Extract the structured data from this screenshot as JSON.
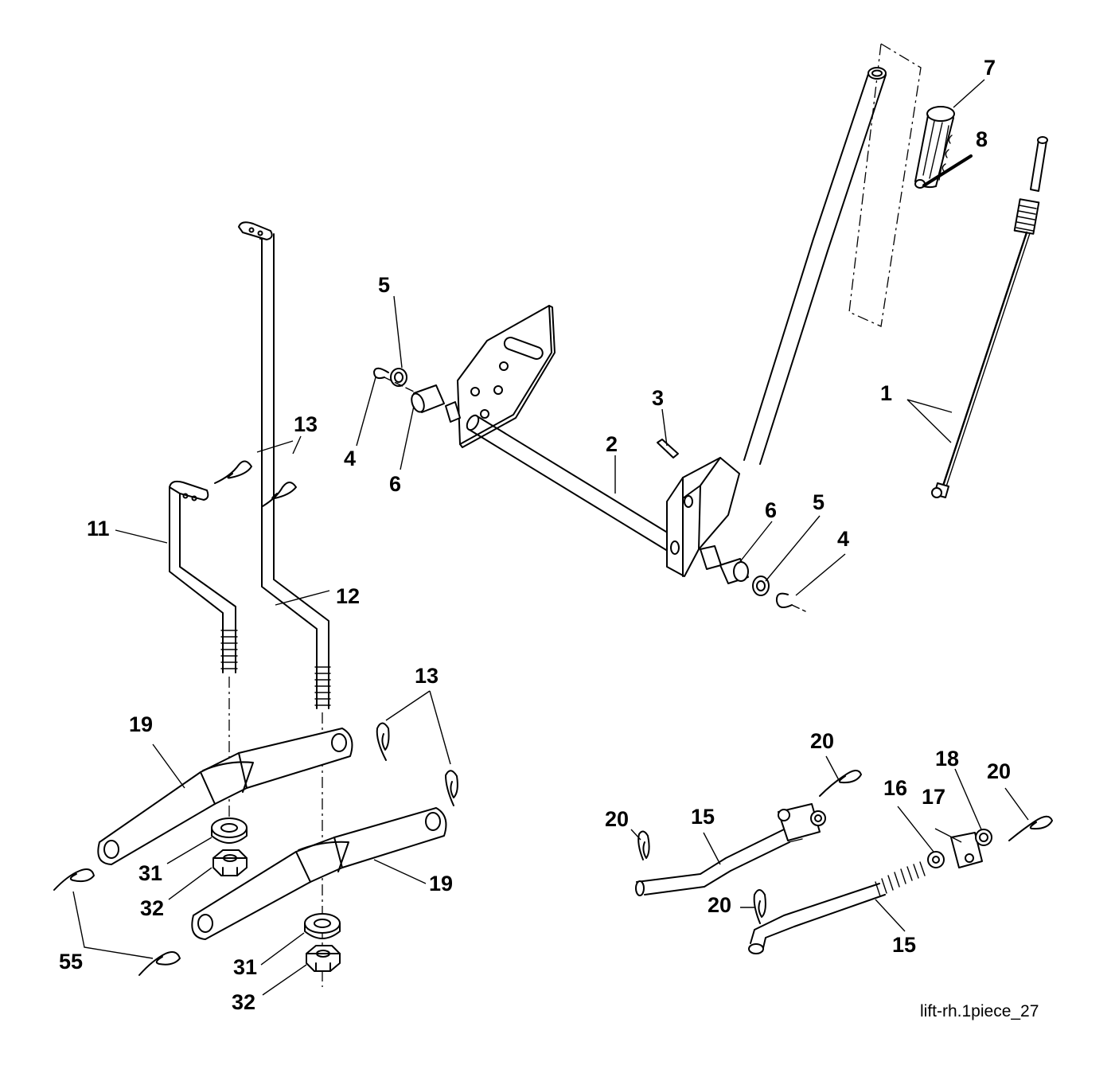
{
  "caption": "lift-rh.1piece_27",
  "callouts": {
    "c1": "1",
    "c2": "2",
    "c3": "3",
    "c4a": "4",
    "c4b": "4",
    "c5a": "5",
    "c5b": "5",
    "c6a": "6",
    "c6b": "6",
    "c7": "7",
    "c8": "8",
    "c11": "11",
    "c12": "12",
    "c13a": "13",
    "c13b": "13",
    "c15a": "15",
    "c15b": "15",
    "c16": "16",
    "c17": "17",
    "c18": "18",
    "c19a": "19",
    "c19b": "19",
    "c20a": "20",
    "c20b": "20",
    "c20c": "20",
    "c20d": "20",
    "c31a": "31",
    "c31b": "31",
    "c32a": "32",
    "c32b": "32",
    "c55": "55"
  },
  "icons": {
    "lift-handle": "lift-handle-icon",
    "handle-grip": "handle-grip-icon",
    "cable": "lift-cable-icon",
    "lift-shaft": "lift-shaft-icon",
    "mount-plate": "mount-plate-icon",
    "lift-rod": "lift-rod-icon",
    "lift-link": "lift-link-icon",
    "hairpin-clip": "hairpin-clip-icon",
    "washer": "washer-icon",
    "nut": "nut-icon",
    "bushing": "bushing-icon"
  }
}
